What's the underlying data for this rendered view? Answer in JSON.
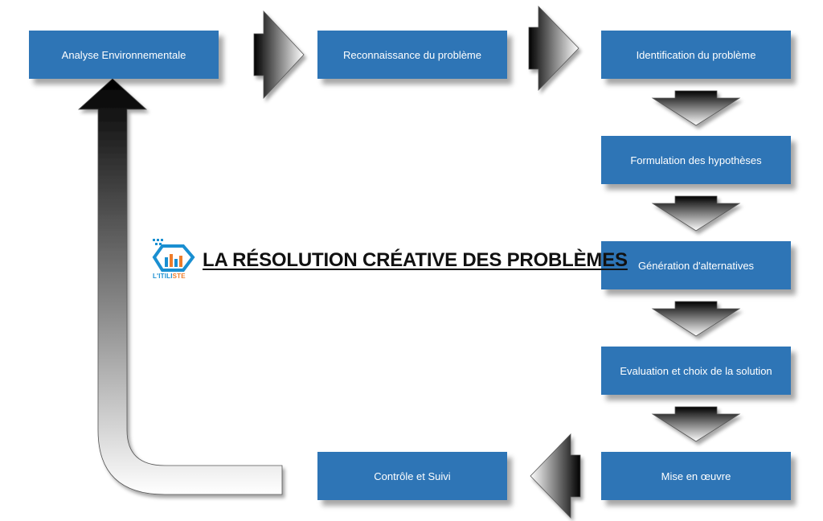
{
  "diagram": {
    "title": "LA RÉSOLUTION CRÉATIVE DES PROBLÈMES",
    "steps": [
      "Analyse Environnementale",
      "Reconnaissance du problème",
      "Identification du problème",
      "Formulation des hypothèses",
      "Génération d'alternatives",
      "Evaluation et choix de la solution",
      "Mise en œuvre",
      "Contrôle et Suivi"
    ]
  },
  "logo": {
    "text_part1": "L'ITILI",
    "text_part2": "STE"
  },
  "colors": {
    "box_fill": "#2e75b6",
    "arrow_dark": "#000000",
    "arrow_light": "#ffffff",
    "logo_blue": "#1a8fd1",
    "logo_orange": "#ef7d2a"
  }
}
